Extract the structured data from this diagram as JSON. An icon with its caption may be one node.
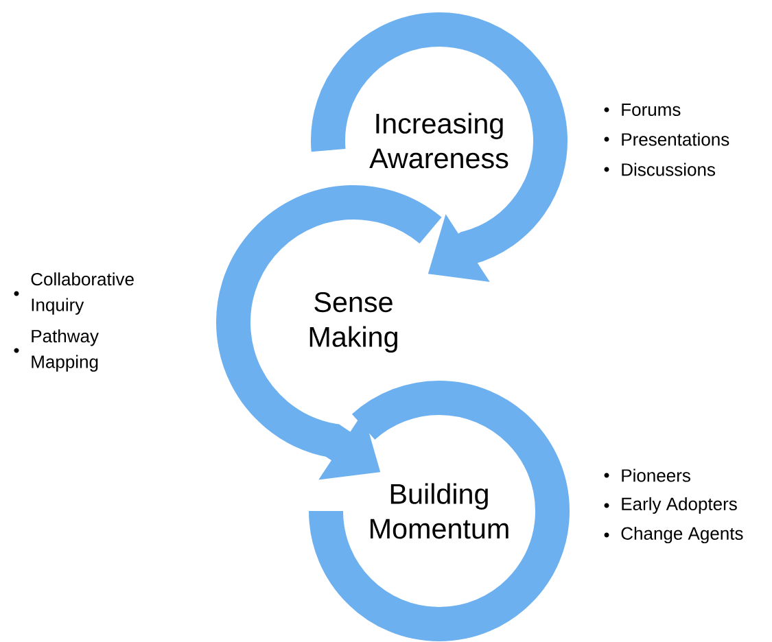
{
  "diagram": {
    "nodes": [
      {
        "text": [
          "Increasing Awareness"
        ],
        "beside": [
          "Forums",
          "Presentations",
          "Discussions"
        ]
      },
      {
        "text": [
          "Sense Making"
        ],
        "beside": [
          "Collaborative Inquiry",
          "Pathway Mapping"
        ]
      },
      {
        "text": [
          "Building Momentum"
        ],
        "beside": [
          "Pioneers",
          "Early Adopters",
          "Change Agents"
        ]
      }
    ],
    "edges": [
      {
        "from": null,
        "to": 1,
        "arrow": "to"
      },
      {
        "from": null,
        "to": 2,
        "arrow": "to"
      },
      {
        "from": 2,
        "to": 2,
        "arrow": "none"
      }
    ]
  }
}
